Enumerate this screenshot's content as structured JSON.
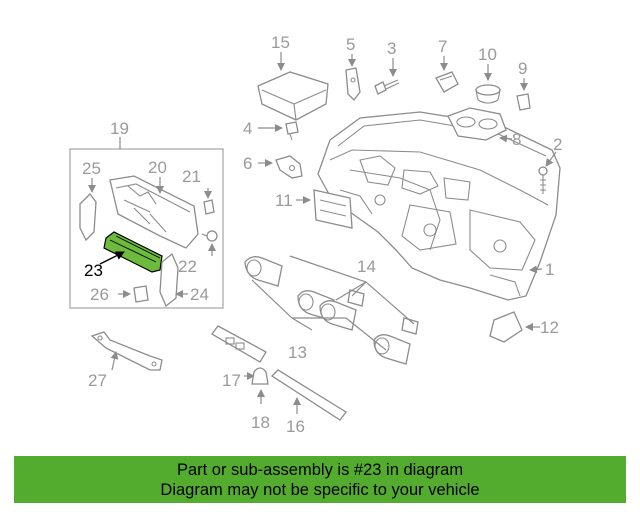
{
  "colors": {
    "banner": "#54ac2e",
    "highlight_part": "#6dbb3c",
    "line": "#8c8c8c",
    "label": "#9a9a9a",
    "highlight_label": "#000000"
  },
  "callouts": {
    "c1": "1",
    "c2": "2",
    "c3": "3",
    "c4": "4",
    "c5": "5",
    "c6": "6",
    "c7": "7",
    "c8": "8",
    "c9": "9",
    "c10": "10",
    "c11": "11",
    "c12": "12",
    "c13": "13",
    "c14": "14",
    "c15": "15",
    "c16": "16",
    "c17": "17",
    "c18": "18",
    "c19": "19",
    "c20": "20",
    "c21": "21",
    "c22": "22",
    "c23": "23",
    "c24": "24",
    "c25": "25",
    "c26": "26",
    "c27": "27"
  },
  "banner": {
    "line1": "Part or sub-assembly is #23 in diagram",
    "line2": "Diagram may not be specific to your vehicle"
  }
}
